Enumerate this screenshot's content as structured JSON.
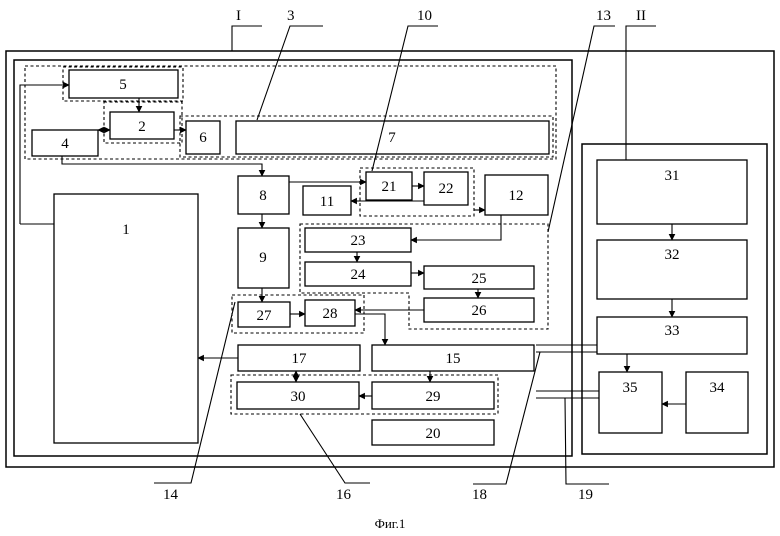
{
  "figure": {
    "caption": "Фиг.1",
    "systems": {
      "first": "I",
      "second": "II"
    },
    "blocks": {
      "b1": "1",
      "b2": "2",
      "b4": "4",
      "b5": "5",
      "b6": "6",
      "b7": "7",
      "b8": "8",
      "b9": "9",
      "b11": "11",
      "b12": "12",
      "b15": "15",
      "b17": "17",
      "b20": "20",
      "b21": "21",
      "b22": "22",
      "b23": "23",
      "b24": "24",
      "b25": "25",
      "b26": "26",
      "b27": "27",
      "b28": "28",
      "b29": "29",
      "b30": "30",
      "b31": "31",
      "b32": "32",
      "b33": "33",
      "b34": "34",
      "b35": "35"
    },
    "callouts": {
      "c3": "3",
      "c10": "10",
      "c13": "13",
      "c14": "14",
      "c16": "16",
      "c18": "18",
      "c19": "19"
    }
  }
}
